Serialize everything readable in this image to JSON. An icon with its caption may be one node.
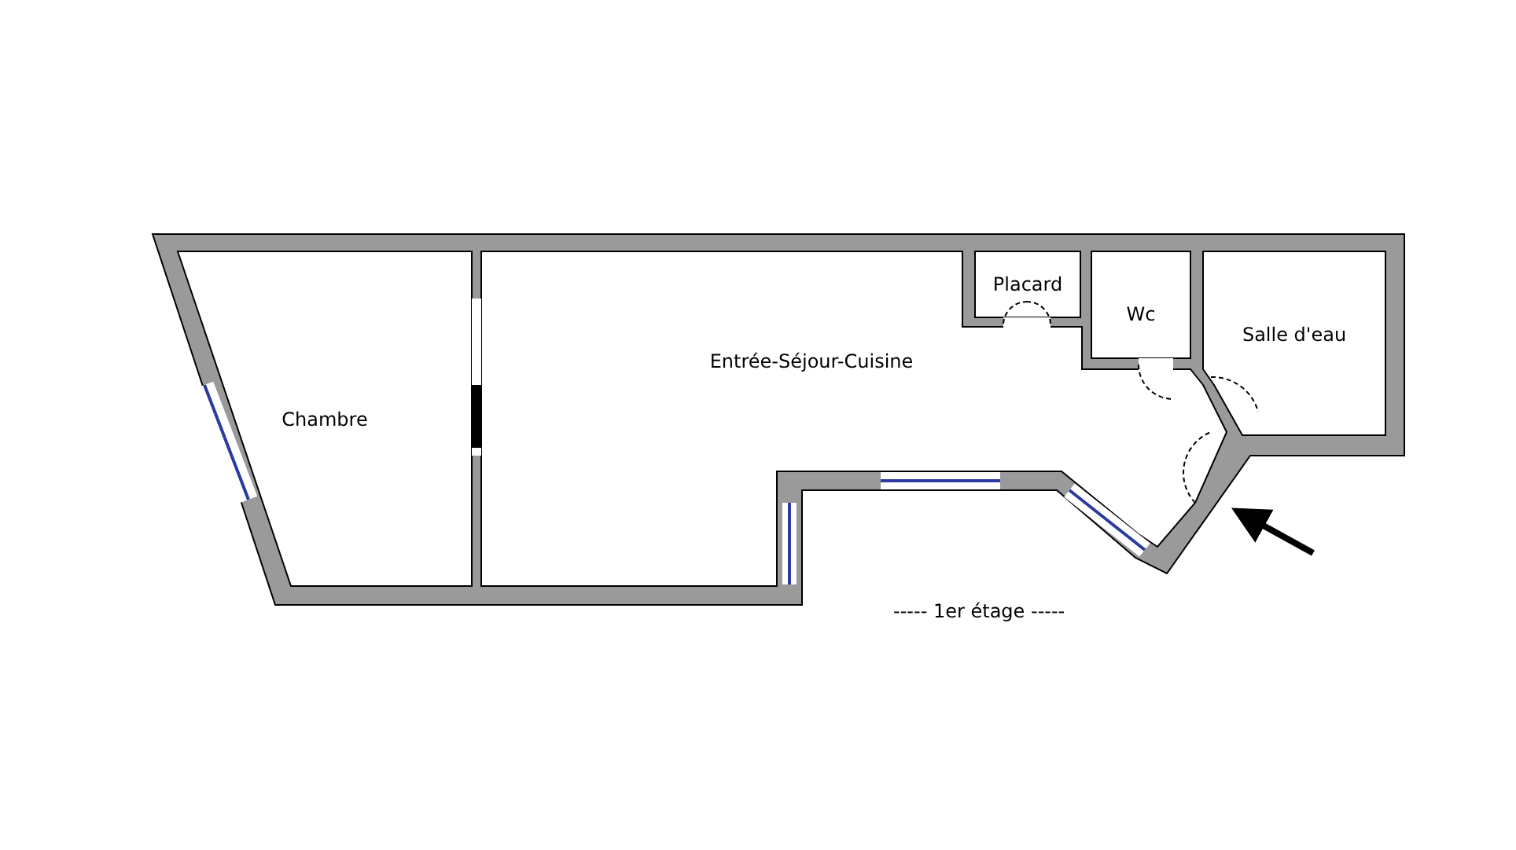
{
  "diagram": {
    "nodes": [
      {
        "text": [
          "Chambre"
        ]
      },
      {
        "text": [
          "Entrée-Séjour-Cuisine"
        ]
      },
      {
        "text": [
          "Placard"
        ]
      },
      {
        "text": [
          "Wc"
        ]
      },
      {
        "text": [
          "Salle d'eau"
        ]
      }
    ],
    "labels": [
      "----- 1er étage -----"
    ]
  }
}
